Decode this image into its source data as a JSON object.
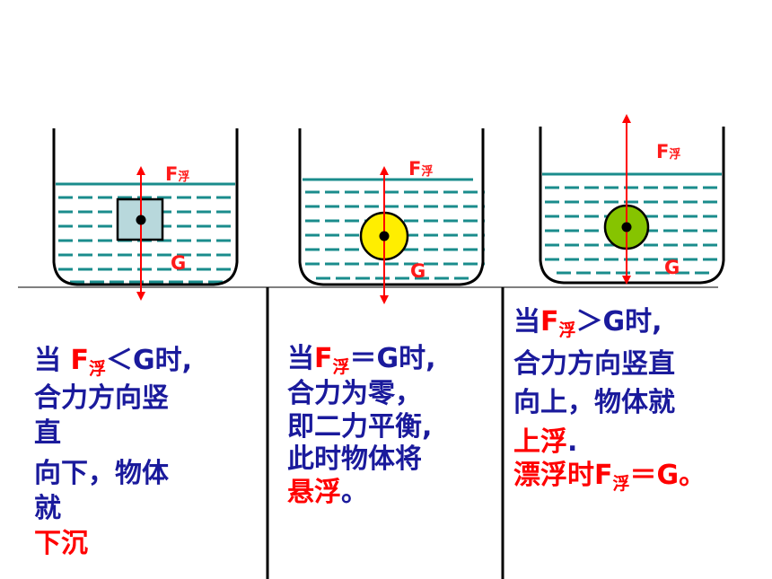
{
  "colors": {
    "water": "#1a8c8c",
    "beaker": "#000000",
    "arrow": "#ff0000",
    "caption_blue": "#1a1a9c",
    "caption_red": "#ff0000",
    "cube_fill": "#b8d8dc",
    "ball_yellow": "#ffee00",
    "ball_green": "#86c400"
  },
  "force_labels": {
    "buoyancy_main": "F",
    "buoyancy_sub": "浮",
    "gravity": "G"
  },
  "panels": [
    {
      "object": "cube",
      "caption": {
        "l1_a": "当 ",
        "l1_f": "F",
        "l1_sub": "浮",
        "l1_b": "＜G时,",
        "l2": "合力方向竖",
        "l3": "直",
        "l4": "向下，物体",
        "l5": "就",
        "l6_red": "下沉"
      }
    },
    {
      "object": "yellow-ball",
      "caption": {
        "l1_a": "当",
        "l1_f": "F",
        "l1_sub": "浮",
        "l1_b": "＝G时,",
        "l2": "合力为零，",
        "l3": "即二力平衡,",
        "l4": "此时物体将",
        "l5_red": "悬浮",
        "l5_tail": "。"
      }
    },
    {
      "object": "green-ball",
      "caption": {
        "l1_a": "当",
        "l1_f": "F",
        "l1_sub": "浮",
        "l1_b": "＞G时,",
        "l2": "合力方向竖直",
        "l3": "向上，物体就",
        "l4_red": "上浮",
        "l4_tail": ".",
        "l5_a": "漂浮时",
        "l5_f": "F",
        "l5_sub": "浮",
        "l5_b": "＝G。"
      }
    }
  ]
}
